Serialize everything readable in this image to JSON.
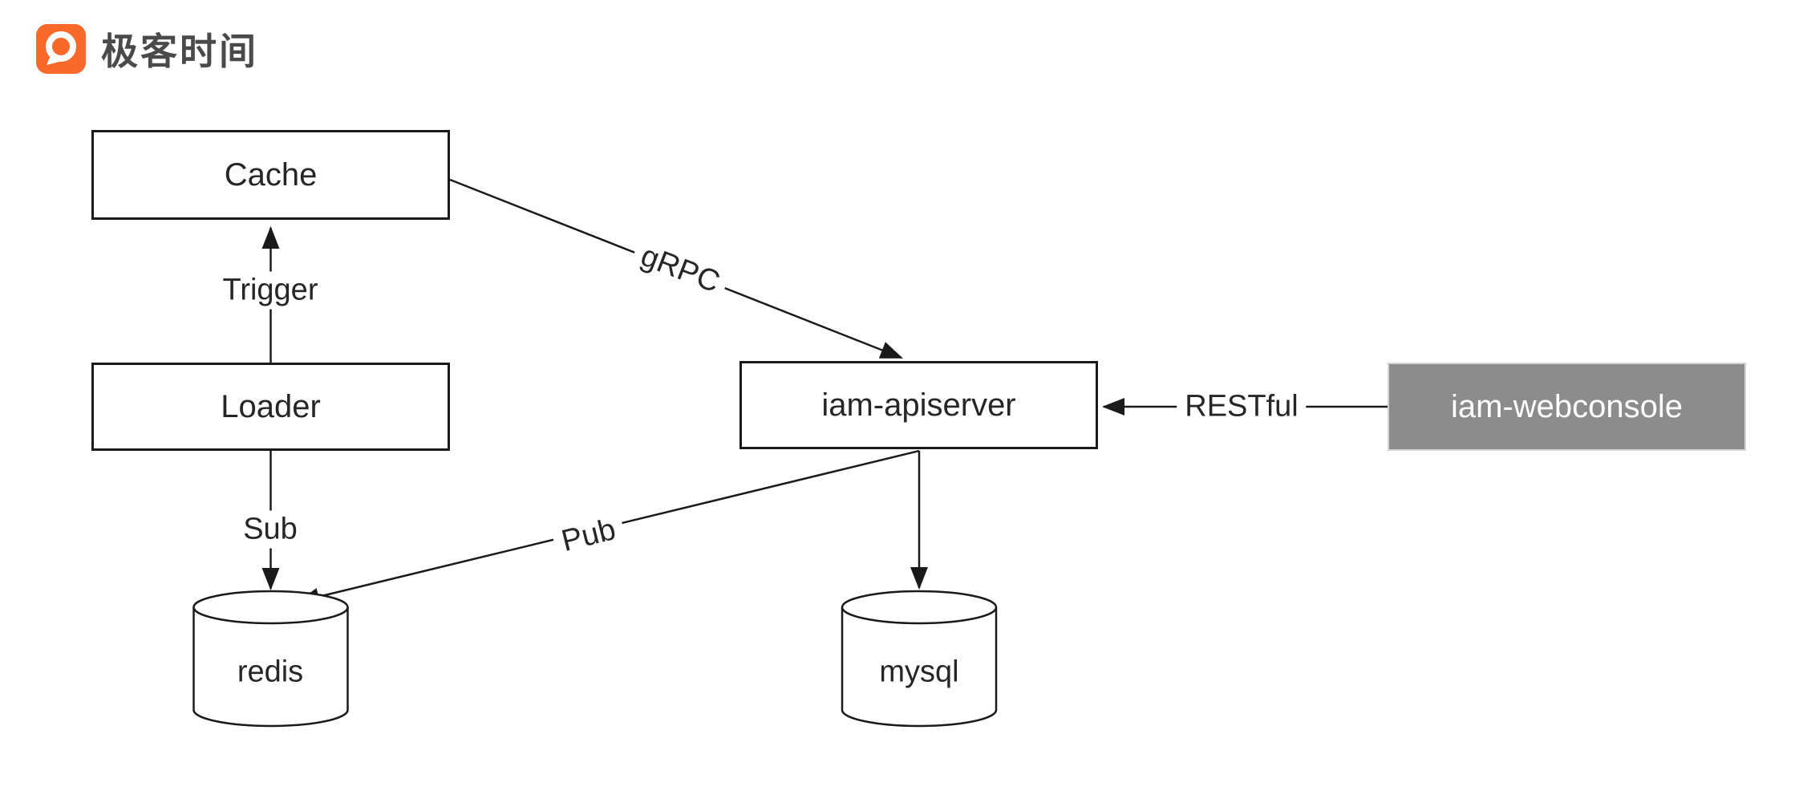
{
  "page": {
    "background": "#ffffff"
  },
  "logo": {
    "text": "极客时间",
    "icon_color": "#f96a2a",
    "text_color": "#4a4a4a"
  },
  "nodes": {
    "cache": {
      "label": "Cache"
    },
    "loader": {
      "label": "Loader"
    },
    "iam_apiserver": {
      "label": "iam-apiserver"
    },
    "iam_webconsole": {
      "label": "iam-webconsole",
      "bg": "#8c8c8c",
      "text_color": "#ffffff"
    },
    "redis": {
      "label": "redis",
      "shape": "cylinder"
    },
    "mysql": {
      "label": "mysql",
      "shape": "cylinder"
    }
  },
  "edges": {
    "trigger": {
      "label": "Trigger",
      "from": "loader",
      "to": "cache"
    },
    "grpc": {
      "label": "gRPC",
      "from": "cache",
      "to": "iam_apiserver"
    },
    "restful": {
      "label": "RESTful",
      "from": "iam_webconsole",
      "to": "iam_apiserver"
    },
    "sub": {
      "label": "Sub",
      "from": "loader",
      "to": "redis"
    },
    "pub": {
      "label": "Pub",
      "from": "iam_apiserver",
      "to": "redis"
    },
    "to_mysql": {
      "label": "",
      "from": "iam_apiserver",
      "to": "mysql"
    }
  },
  "colors": {
    "line": "#1a1a1a",
    "box_border": "#1a1a1a",
    "text": "#262626"
  }
}
